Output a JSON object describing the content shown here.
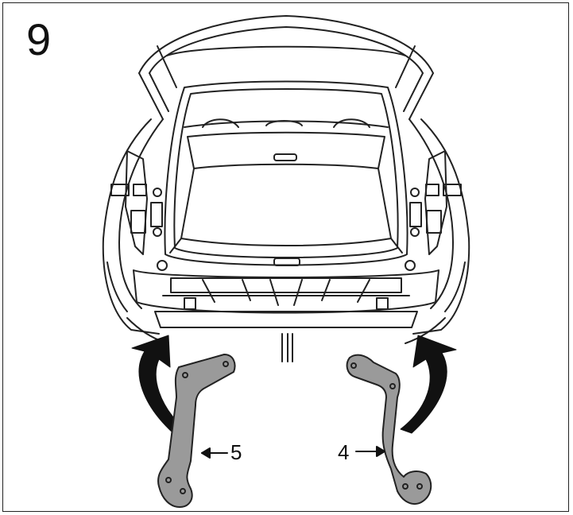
{
  "step": {
    "number": "9"
  },
  "callouts": [
    {
      "label": "5",
      "part": "left-bracket"
    },
    {
      "label": "4",
      "part": "right-bracket"
    }
  ],
  "colors": {
    "line": "#222222",
    "bracket_fill": "#9a9a9a",
    "arrow_fill": "#111111",
    "background": "#ffffff"
  },
  "icons": [
    "curved-arrow-icon",
    "pointer-arrow-icon"
  ]
}
